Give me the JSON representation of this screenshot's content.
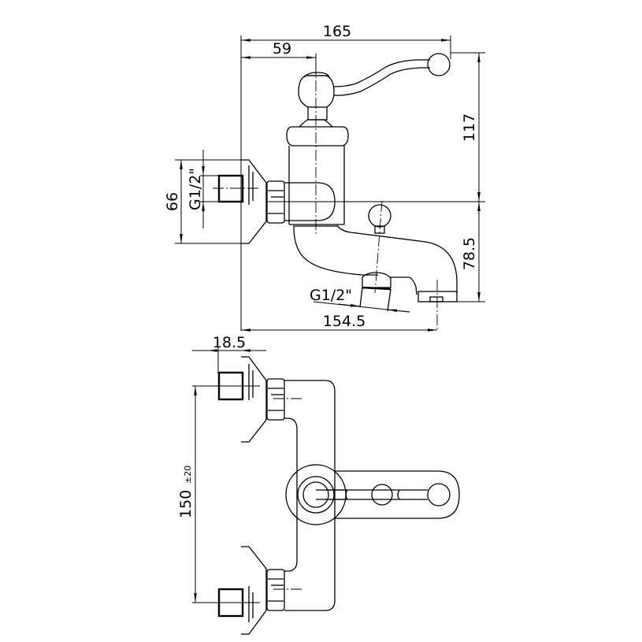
{
  "drawing": {
    "title": "Wall-mounted bath mixer technical drawing",
    "line_color": "#000000",
    "background": "#ffffff",
    "side_view": {
      "dim_total_width": "165",
      "dim_handle_axis": "59",
      "dim_inlet_height": "66",
      "dim_inlet_thread": "G1/2\"",
      "dim_handle_height": "117",
      "dim_spout_height": "78.5",
      "dim_outlet_thread": "G1/2\"",
      "dim_spout_reach": "154.5"
    },
    "top_view": {
      "dim_eccentric_depth": "18.5",
      "dim_center_distance": "150",
      "dim_center_tolerance": "±20"
    }
  }
}
